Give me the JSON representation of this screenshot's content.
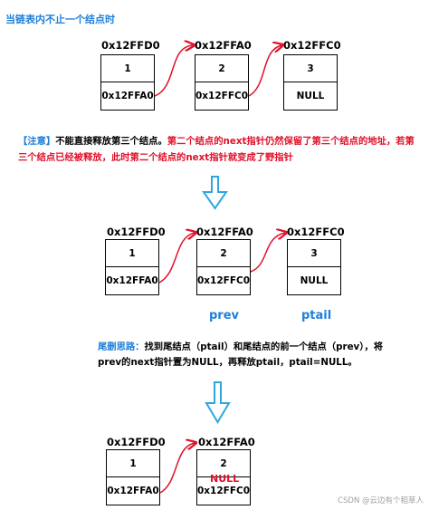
{
  "heading": "当链表内不止一个结点时",
  "section1": {
    "nodes": [
      {
        "address": "0x12FFD0",
        "data": "1",
        "next": "0x12FFA0"
      },
      {
        "address": "0x12FFA0",
        "data": "2",
        "next": "0x12FFC0"
      },
      {
        "address": "0x12FFC0",
        "data": "3",
        "next": "NULL"
      }
    ]
  },
  "note": {
    "tag": "【注意】",
    "black_text": "不能直接释放第三个结点。",
    "red_text": "第二个结点的next指针仍然保留了第三个结点的地址，若第三个结点已经被释放，此时第二个结点的next指针就变成了野指针"
  },
  "section2": {
    "nodes": [
      {
        "address": "0x12FFD0",
        "data": "1",
        "next": "0x12FFA0"
      },
      {
        "address": "0x12FFA0",
        "data": "2",
        "next": "0x12FFC0"
      },
      {
        "address": "0x12FFC0",
        "data": "3",
        "next": "NULL"
      }
    ],
    "labels": {
      "prev": "prev",
      "ptail": "ptail"
    }
  },
  "idea": {
    "tag": "尾删思路：",
    "text": "找到尾结点（ptail）和尾结点的前一个结点（prev），将prev的next指针置为NULL，再释放ptail，ptail=NULL。"
  },
  "section3": {
    "nodes": [
      {
        "address": "0x12FFD0",
        "data": "1",
        "next": "0x12FFA0"
      },
      {
        "address": "0x12FFA0",
        "data": "2",
        "next": "0x12FFC0"
      }
    ],
    "null_overlay": "NULL"
  },
  "watermark": "CSDN @云边有个稻草人",
  "colors": {
    "accent_blue": "#1e7fd9",
    "arrow_red": "#e0102a",
    "down_arrow": "#2ea7e0"
  }
}
